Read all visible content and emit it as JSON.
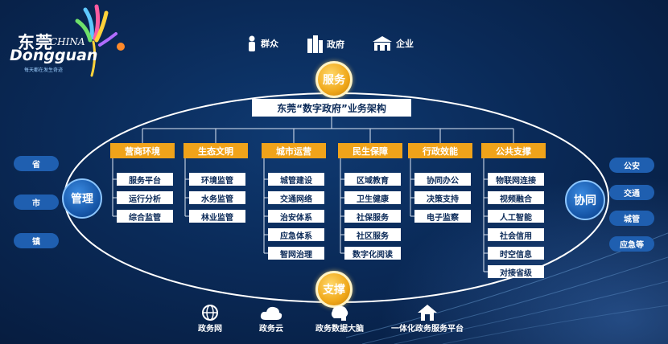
{
  "logo": {
    "cn": "东莞",
    "china": "CHINA",
    "en": "Dongguan",
    "tagline": "每天都在发生奇迹"
  },
  "top_items": [
    {
      "label": "群众",
      "icon": "person-icon"
    },
    {
      "label": "政府",
      "icon": "government-building-icon"
    },
    {
      "label": "企业",
      "icon": "enterprise-building-icon"
    }
  ],
  "badges": {
    "service": "服务",
    "support": "支撑",
    "management": "管理",
    "collaboration": "协同"
  },
  "title": "东莞“数字政府”业务架构",
  "left_levels": [
    "省",
    "市",
    "镇"
  ],
  "right_items": [
    "公安",
    "交通",
    "城管",
    "应急等"
  ],
  "categories": [
    {
      "name": "营商环境",
      "items": [
        "服务平台",
        "运行分析",
        "综合监管"
      ]
    },
    {
      "name": "生态文明",
      "items": [
        "环境监管",
        "水务监管",
        "林业监管"
      ]
    },
    {
      "name": "城市运营",
      "items": [
        "城管建设",
        "交通网络",
        "治安体系",
        "应急体系",
        "智网治理"
      ]
    },
    {
      "name": "民生保障",
      "items": [
        "区域教育",
        "卫生健康",
        "社保服务",
        "社区服务",
        "数字化阅读"
      ]
    },
    {
      "name": "行政效能",
      "items": [
        "协同办公",
        "决策支持",
        "电子监察"
      ]
    },
    {
      "name": "公共支撑",
      "items": [
        "物联网连接",
        "视频融合",
        "人工智能",
        "社会信用",
        "时空信息",
        "对接省级"
      ]
    }
  ],
  "bottom_items": [
    {
      "label": "政务网",
      "icon": "network-globe-icon"
    },
    {
      "label": "政务云",
      "icon": "cloud-icon"
    },
    {
      "label": "政务数据大脑",
      "icon": "brain-icon"
    },
    {
      "label": "一体化政务服务平台",
      "icon": "house-platform-icon"
    }
  ],
  "colors": {
    "background": "#0a2a58",
    "accent_orange": "#f0a31a",
    "pill_blue": "#1f5fb0",
    "ellipse": "#ffffff"
  }
}
